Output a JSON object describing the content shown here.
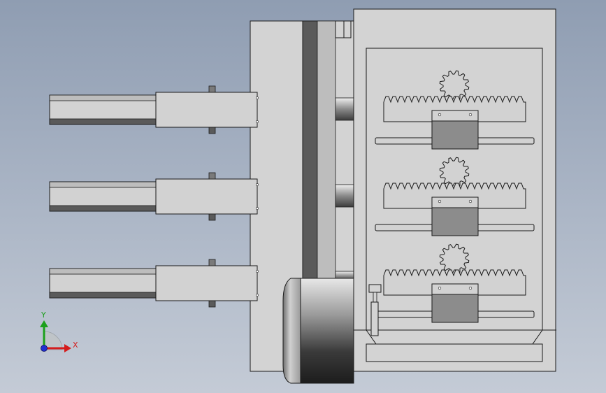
{
  "viewport": {
    "background_top": "#8f9db2",
    "background_bottom": "#c4cbd6"
  },
  "colors": {
    "part_light": "#d2d2d2",
    "part_mid": "#bdbdbd",
    "part_dark": "#5a5a5a",
    "outline": "#1a1a1a",
    "slider_block": "#8c8c8c",
    "axis_x": "#d41c1c",
    "axis_y": "#1ca01c",
    "axis_z": "#2030d0"
  },
  "assembly": {
    "cylinder_count": 3,
    "rack_pinion_stages": 3,
    "gear_teeth": 12
  },
  "triad": {
    "x_label": "X",
    "y_label": "Y",
    "x_icon": "arrow-right-icon",
    "y_icon": "arrow-up-icon",
    "z_icon": "dot-icon"
  }
}
